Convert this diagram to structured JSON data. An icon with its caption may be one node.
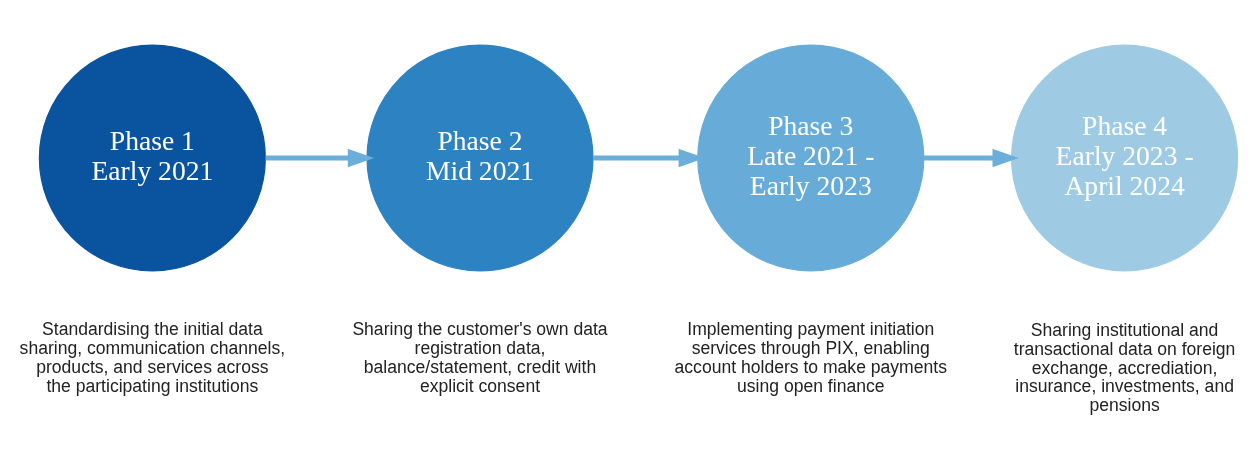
{
  "diagram": {
    "nodes": [
      {
        "text": [
          "Phase 1",
          "Early 2021"
        ],
        "beside": [
          "Standardising the initial data sharing, communication channels, products, and services across the participating institutions"
        ]
      },
      {
        "text": [
          "Phase 2",
          "Mid 2021"
        ],
        "beside": [
          "Sharing the customer's own data registration data, balance/statement, credit with explicit consent"
        ]
      },
      {
        "text": [
          "Phase 3",
          "Late 2021 - Early 2023"
        ],
        "beside": [
          "Implementing payment initiation services through PIX, enabling account holders to make payments using open finance"
        ]
      },
      {
        "text": [
          "Phase 4",
          "Early 2023 - April 2024"
        ],
        "beside": [
          "Sharing institutional and transactional data on foreign exchange, accrediation, insurance, investments, and pensions"
        ]
      }
    ],
    "edges": [
      {
        "from": 0,
        "to": 1,
        "arrow": "to"
      },
      {
        "from": 1,
        "to": 2,
        "arrow": "to"
      },
      {
        "from": 2,
        "to": 3,
        "arrow": "to"
      }
    ]
  }
}
